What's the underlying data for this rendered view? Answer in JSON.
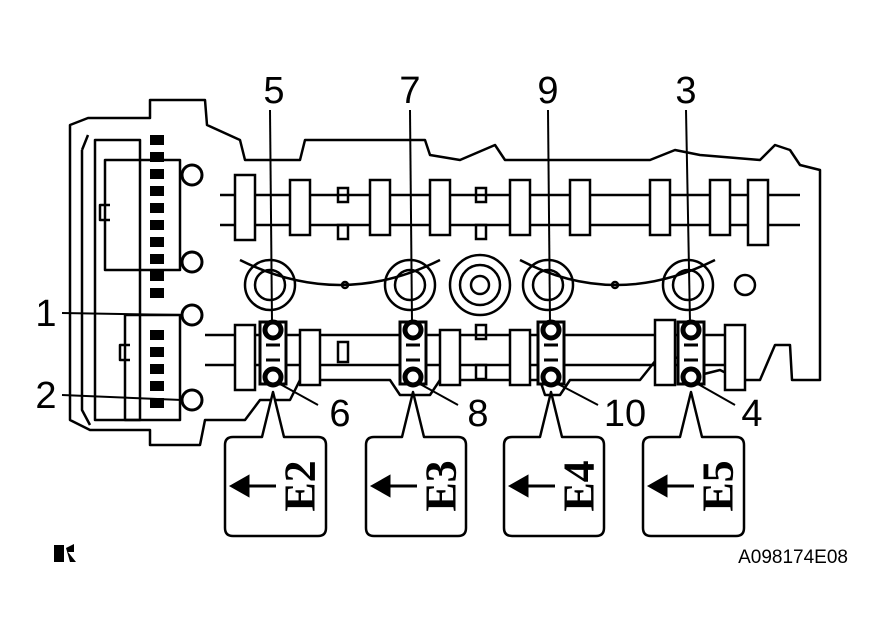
{
  "callouts": {
    "bolt_1": "1",
    "bolt_2": "2",
    "bolt_3": "3",
    "bolt_4": "4",
    "bolt_5": "5",
    "bolt_6": "6",
    "bolt_7": "7",
    "bolt_8": "8",
    "bolt_9": "9",
    "bolt_10": "10"
  },
  "cap_marks": {
    "e2": "E2",
    "e3": "E3",
    "e4": "E4",
    "e5": "E5"
  },
  "figure_code": "A098174E08",
  "colors": {
    "line": "#000000",
    "background": "#ffffff"
  },
  "icons": {
    "arrow": "front-arrow-icon",
    "corner_mark": "torque-symbol-icon"
  }
}
